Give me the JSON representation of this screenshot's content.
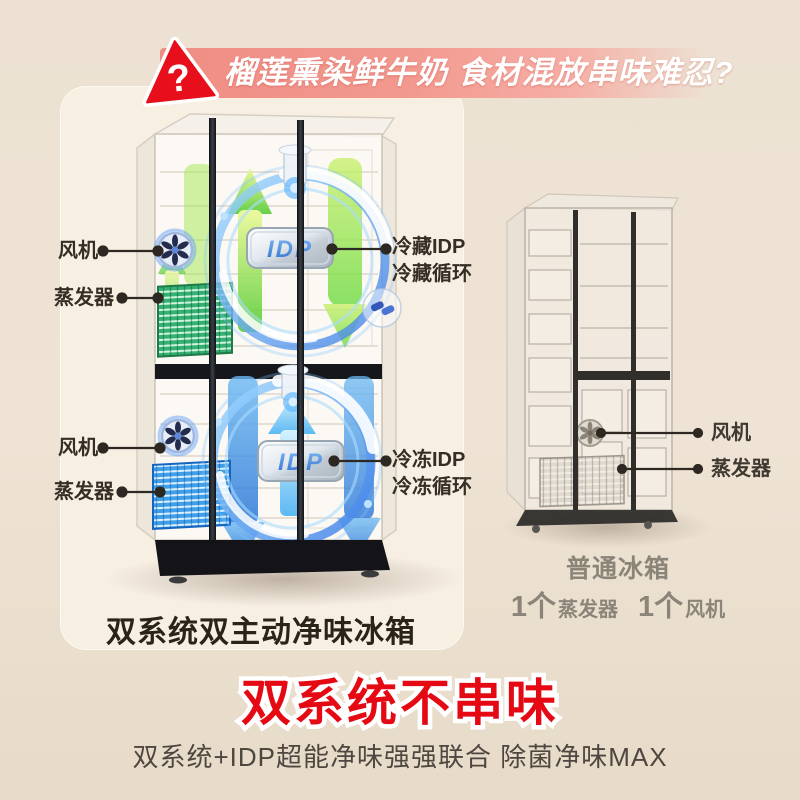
{
  "banner": {
    "text": "榴莲熏染鲜牛奶 食材混放串味难忍?",
    "question_mark": "?"
  },
  "dual_fridge": {
    "caption": "双系统双主动净味冰箱",
    "idp_badge": "IDP",
    "fridge_section": {
      "fan_label": "风机",
      "evaporator_label": "蒸发器",
      "idp_label_line1": "冷藏IDP",
      "idp_label_line2": "冷藏循环"
    },
    "freezer_section": {
      "fan_label": "风机",
      "evaporator_label": "蒸发器",
      "idp_label_line1": "冷冻IDP",
      "idp_label_line2": "冷冻循环"
    }
  },
  "normal_fridge": {
    "caption": "普通冰箱",
    "fan_label": "风机",
    "evaporator_label": "蒸发器",
    "stats": [
      {
        "count": "1个",
        "item": "蒸发器"
      },
      {
        "count": "1个",
        "item": "风机"
      }
    ]
  },
  "footer": {
    "title": "双系统不串味",
    "subtitle": "双系统+IDP超能净味强强联合 除菌净味MAX"
  },
  "colors": {
    "background": "#ece1d2",
    "card": "#f8efe3",
    "banner_pink": "#f09086",
    "badge_red": "#e60f1b",
    "title_red": "#e50914",
    "text_dark": "#352e24",
    "text_gray": "#8b8478",
    "green_accent": "#55cc35",
    "blue_accent": "#2f86e8"
  }
}
